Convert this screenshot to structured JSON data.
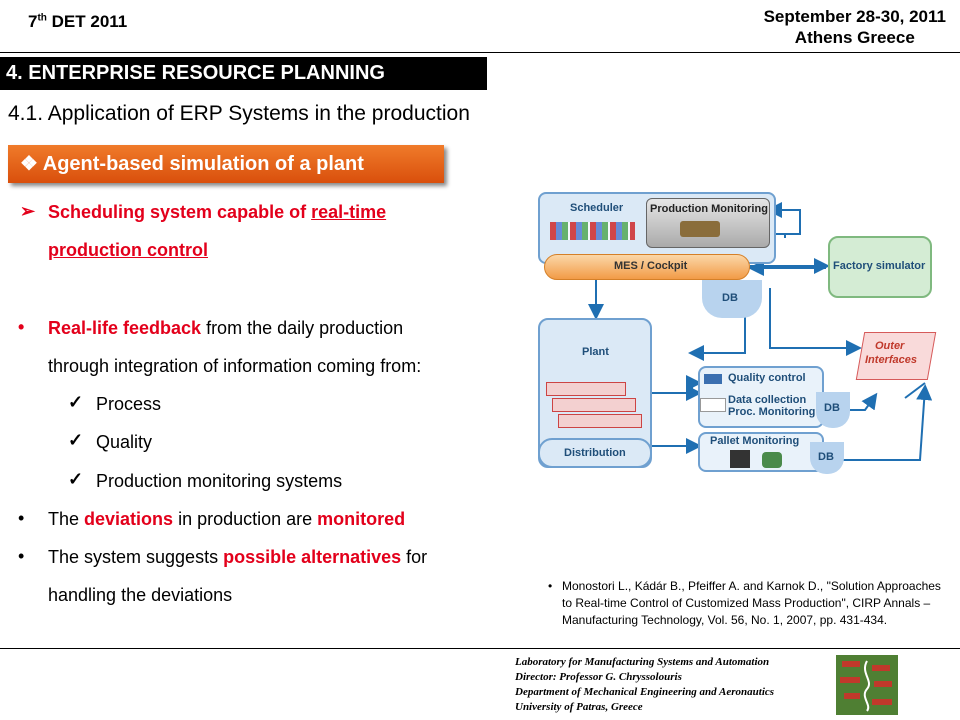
{
  "header": {
    "left_number": "7",
    "left_sup": "th",
    "left_rest": " DET 2011",
    "right_line1": "September 28-30, 2011",
    "right_line2": "Athens Greece"
  },
  "section_title": "4. ENTERPRISE RESOURCE PLANNING",
  "subheading": "4.1. Application of ERP Systems in the production",
  "banner": {
    "icon": "❖",
    "label": "Agent-based simulation of a plant"
  },
  "content": {
    "b1_arrow": "➢",
    "b1_part1": "Scheduling system capable of ",
    "b1_part2": "real-time",
    "b1_part3": "production control",
    "b2_part1": "Real-life feedback",
    "b2_part2": " from the daily production",
    "b2_line2": "through integration of information coming from:",
    "checks": [
      "Process",
      "Quality",
      "Production monitoring systems"
    ],
    "b3_part1": "The ",
    "b3_part2": "deviations",
    "b3_part3": " in production are ",
    "b3_part4": "monitored",
    "b4_part1": "The system suggests ",
    "b4_part2": "possible alternatives",
    "b4_part3": " for",
    "b4_line2": "handling the deviations",
    "bullet_char": "•",
    "check_char": "✓"
  },
  "reference": "Monostori L., Kádár B., Pfeiffer A. and Karnok D., \"Solution Approaches to Real-time Control of Customized Mass Production\", CIRP Annals – Manufacturing Technology, Vol. 56, No. 1, 2007, pp. 431-434.",
  "footer": [
    "Laboratory for Manufacturing Systems and Automation",
    "Director: Professor G. Chryssolouris",
    "Department of Mechanical Engineering and Aeronautics",
    "University of Patras, Greece"
  ],
  "diagram": {
    "scheduler": "Scheduler",
    "production_monitoring": "Production Monitoring",
    "mes": "MES / Cockpit",
    "db": "DB",
    "factory_simulator": "Factory simulator",
    "plant": "Plant",
    "outer_interfaces_1": "Outer",
    "outer_interfaces_2": "Interfaces",
    "quality_control": "Quality control",
    "data_collection": "Data collection",
    "proc_monitoring": "Proc. Monitoring",
    "db2": "DB",
    "pallet_monitoring": "Pallet Monitoring",
    "db3": "DB",
    "distribution": "Distribution"
  },
  "colors": {
    "accent_red": "#e3001b",
    "banner_orange": "#e8641a",
    "diagram_blue": "#1f6fb2"
  }
}
